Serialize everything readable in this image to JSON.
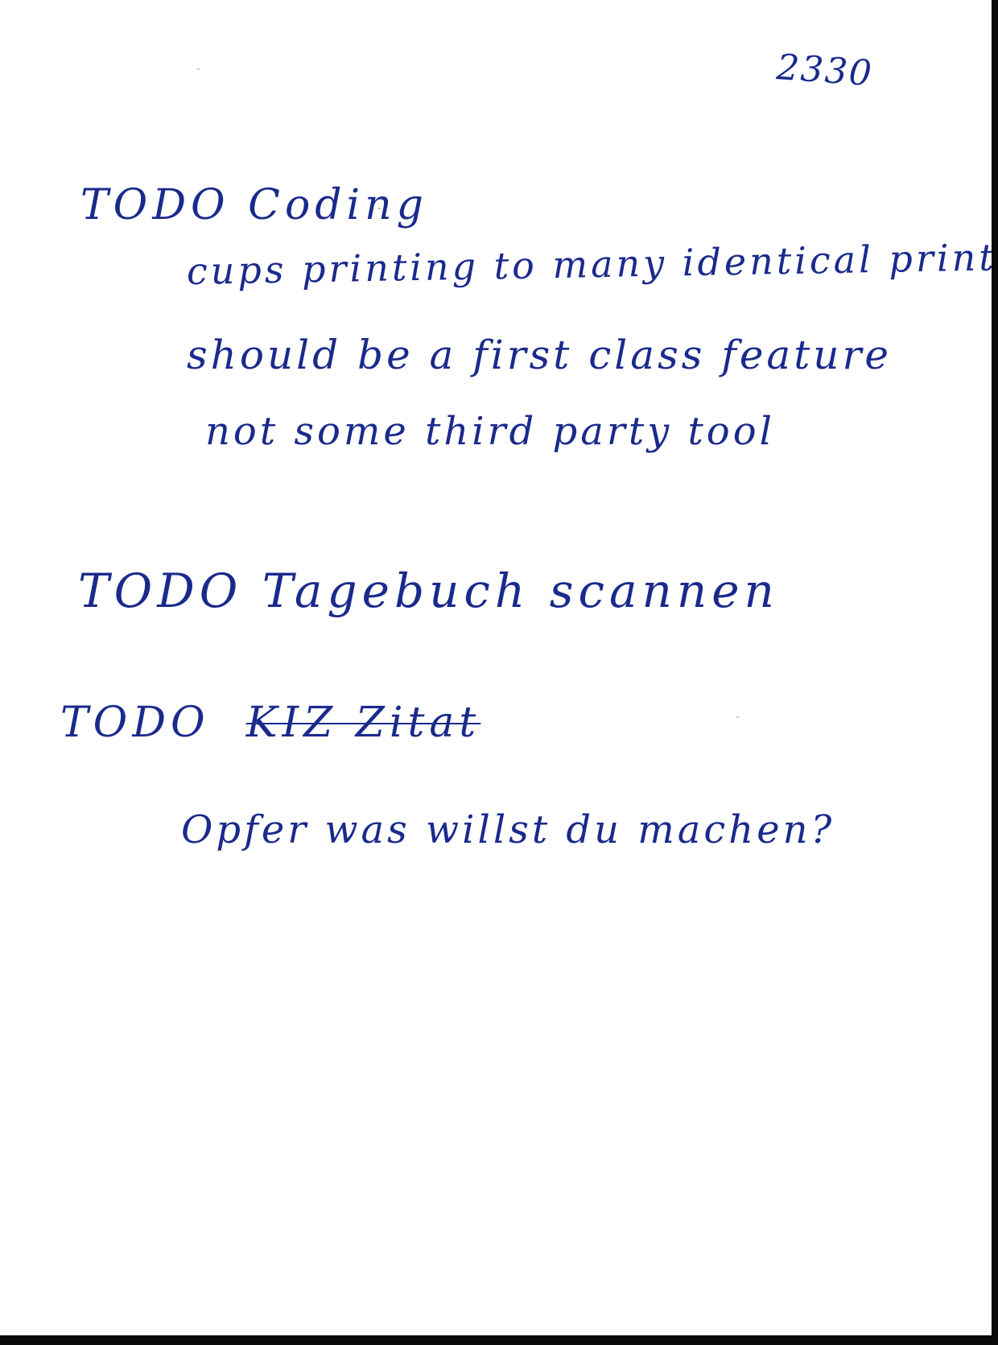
{
  "note": {
    "page_number": "2330",
    "sections": [
      {
        "heading": "TODO Coding",
        "lines": [
          "cups printing to many identical printers",
          "should be a first class feature",
          "not some third party tool"
        ]
      },
      {
        "heading": "TODO Tagebuch scannen",
        "lines": []
      },
      {
        "heading_prefix": "TODO",
        "heading_struck": "KIZ Zitat",
        "lines": [
          "Opfer was willst du machen?"
        ]
      }
    ]
  },
  "colors": {
    "ink": "#1a2a8c",
    "paper": "#ffffff",
    "scan_edge": "#0a0a0a"
  }
}
